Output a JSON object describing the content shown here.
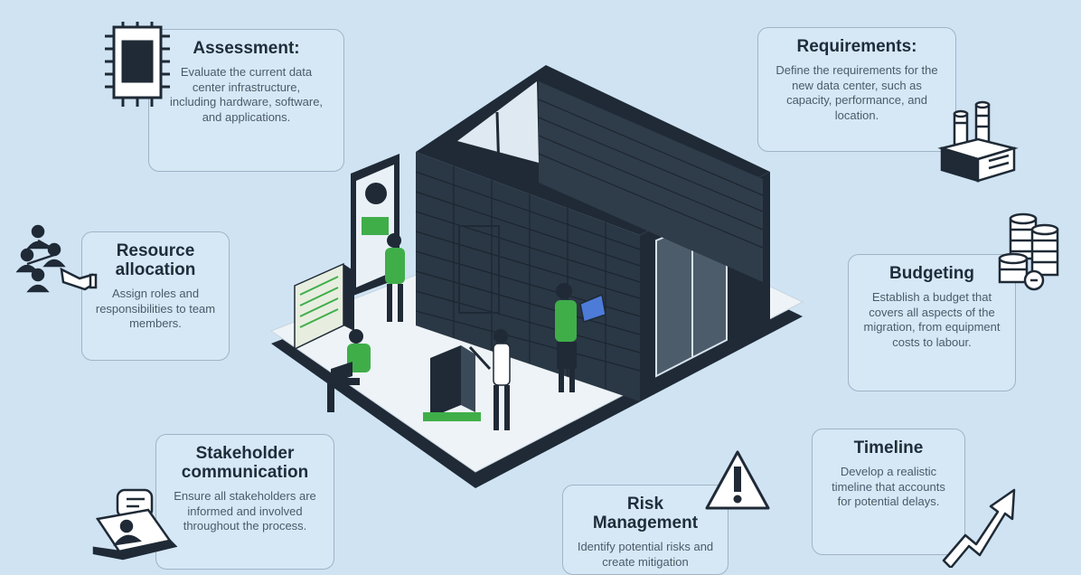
{
  "cards": {
    "assessment": {
      "title": "Assessment:",
      "body": "Evaluate the current data center infrastructure, including hardware, software, and applications."
    },
    "requirements": {
      "title": "Requirements:",
      "body": "Define the requirements for the new data center, such as capacity, performance, and location."
    },
    "resource": {
      "title": "Resource allocation",
      "body": "Assign roles and responsibilities to team members."
    },
    "budgeting": {
      "title": "Budgeting",
      "body": "Establish a budget that covers all aspects of the migration, from equipment costs to labour."
    },
    "stakeholder": {
      "title": "Stakeholder communication",
      "body": "Ensure all stakeholders are informed and involved throughout the process."
    },
    "risk": {
      "title": "Risk Management",
      "body": "Identify potential risks and create mitigation"
    },
    "timeline": {
      "title": "Timeline",
      "body": "Develop a realistic timeline that accounts for potential delays."
    }
  },
  "icons": [
    "chip-icon",
    "factory-icon",
    "people-network-icon",
    "coins-stack-icon",
    "video-call-icon",
    "warning-icon",
    "growth-arrow-icon"
  ],
  "colors": {
    "background": "#cfe3f3",
    "accent_green": "#3fae49",
    "dark_navy": "#1f2a36"
  }
}
